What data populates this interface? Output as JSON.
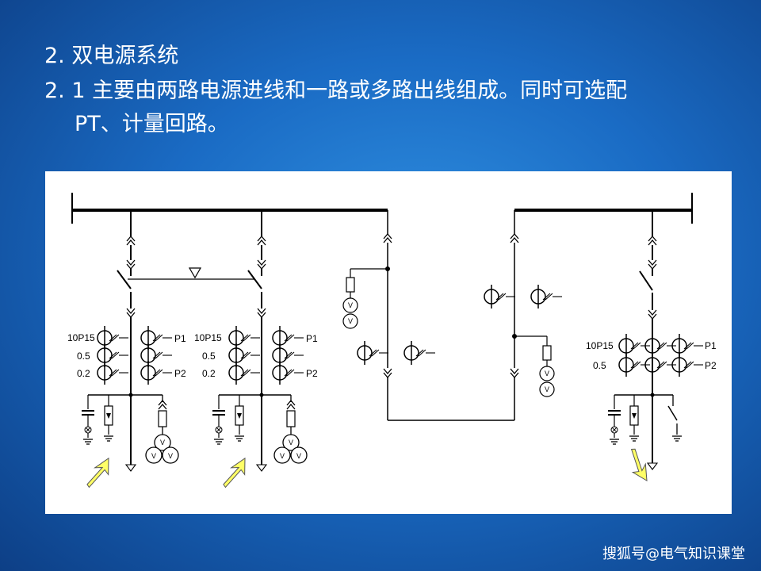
{
  "slide": {
    "heading": "2. 双电源系统",
    "para_line1": "2. 1 主要由两路电源进线和一路或多路出线组成。同时可选配",
    "para_line2": "PT、计量回路。"
  },
  "diagram": {
    "labels": {
      "class_10p15": "10P15",
      "class_05": "0.5",
      "class_02": "0.2",
      "p1": "P1",
      "p2": "P2",
      "v": "V"
    }
  },
  "watermark": "搜狐号@电气知识课堂",
  "colors": {
    "background_center": "#2f8fe0",
    "background_edge": "#0d3f86",
    "arrow_fill": "#ffff66"
  }
}
